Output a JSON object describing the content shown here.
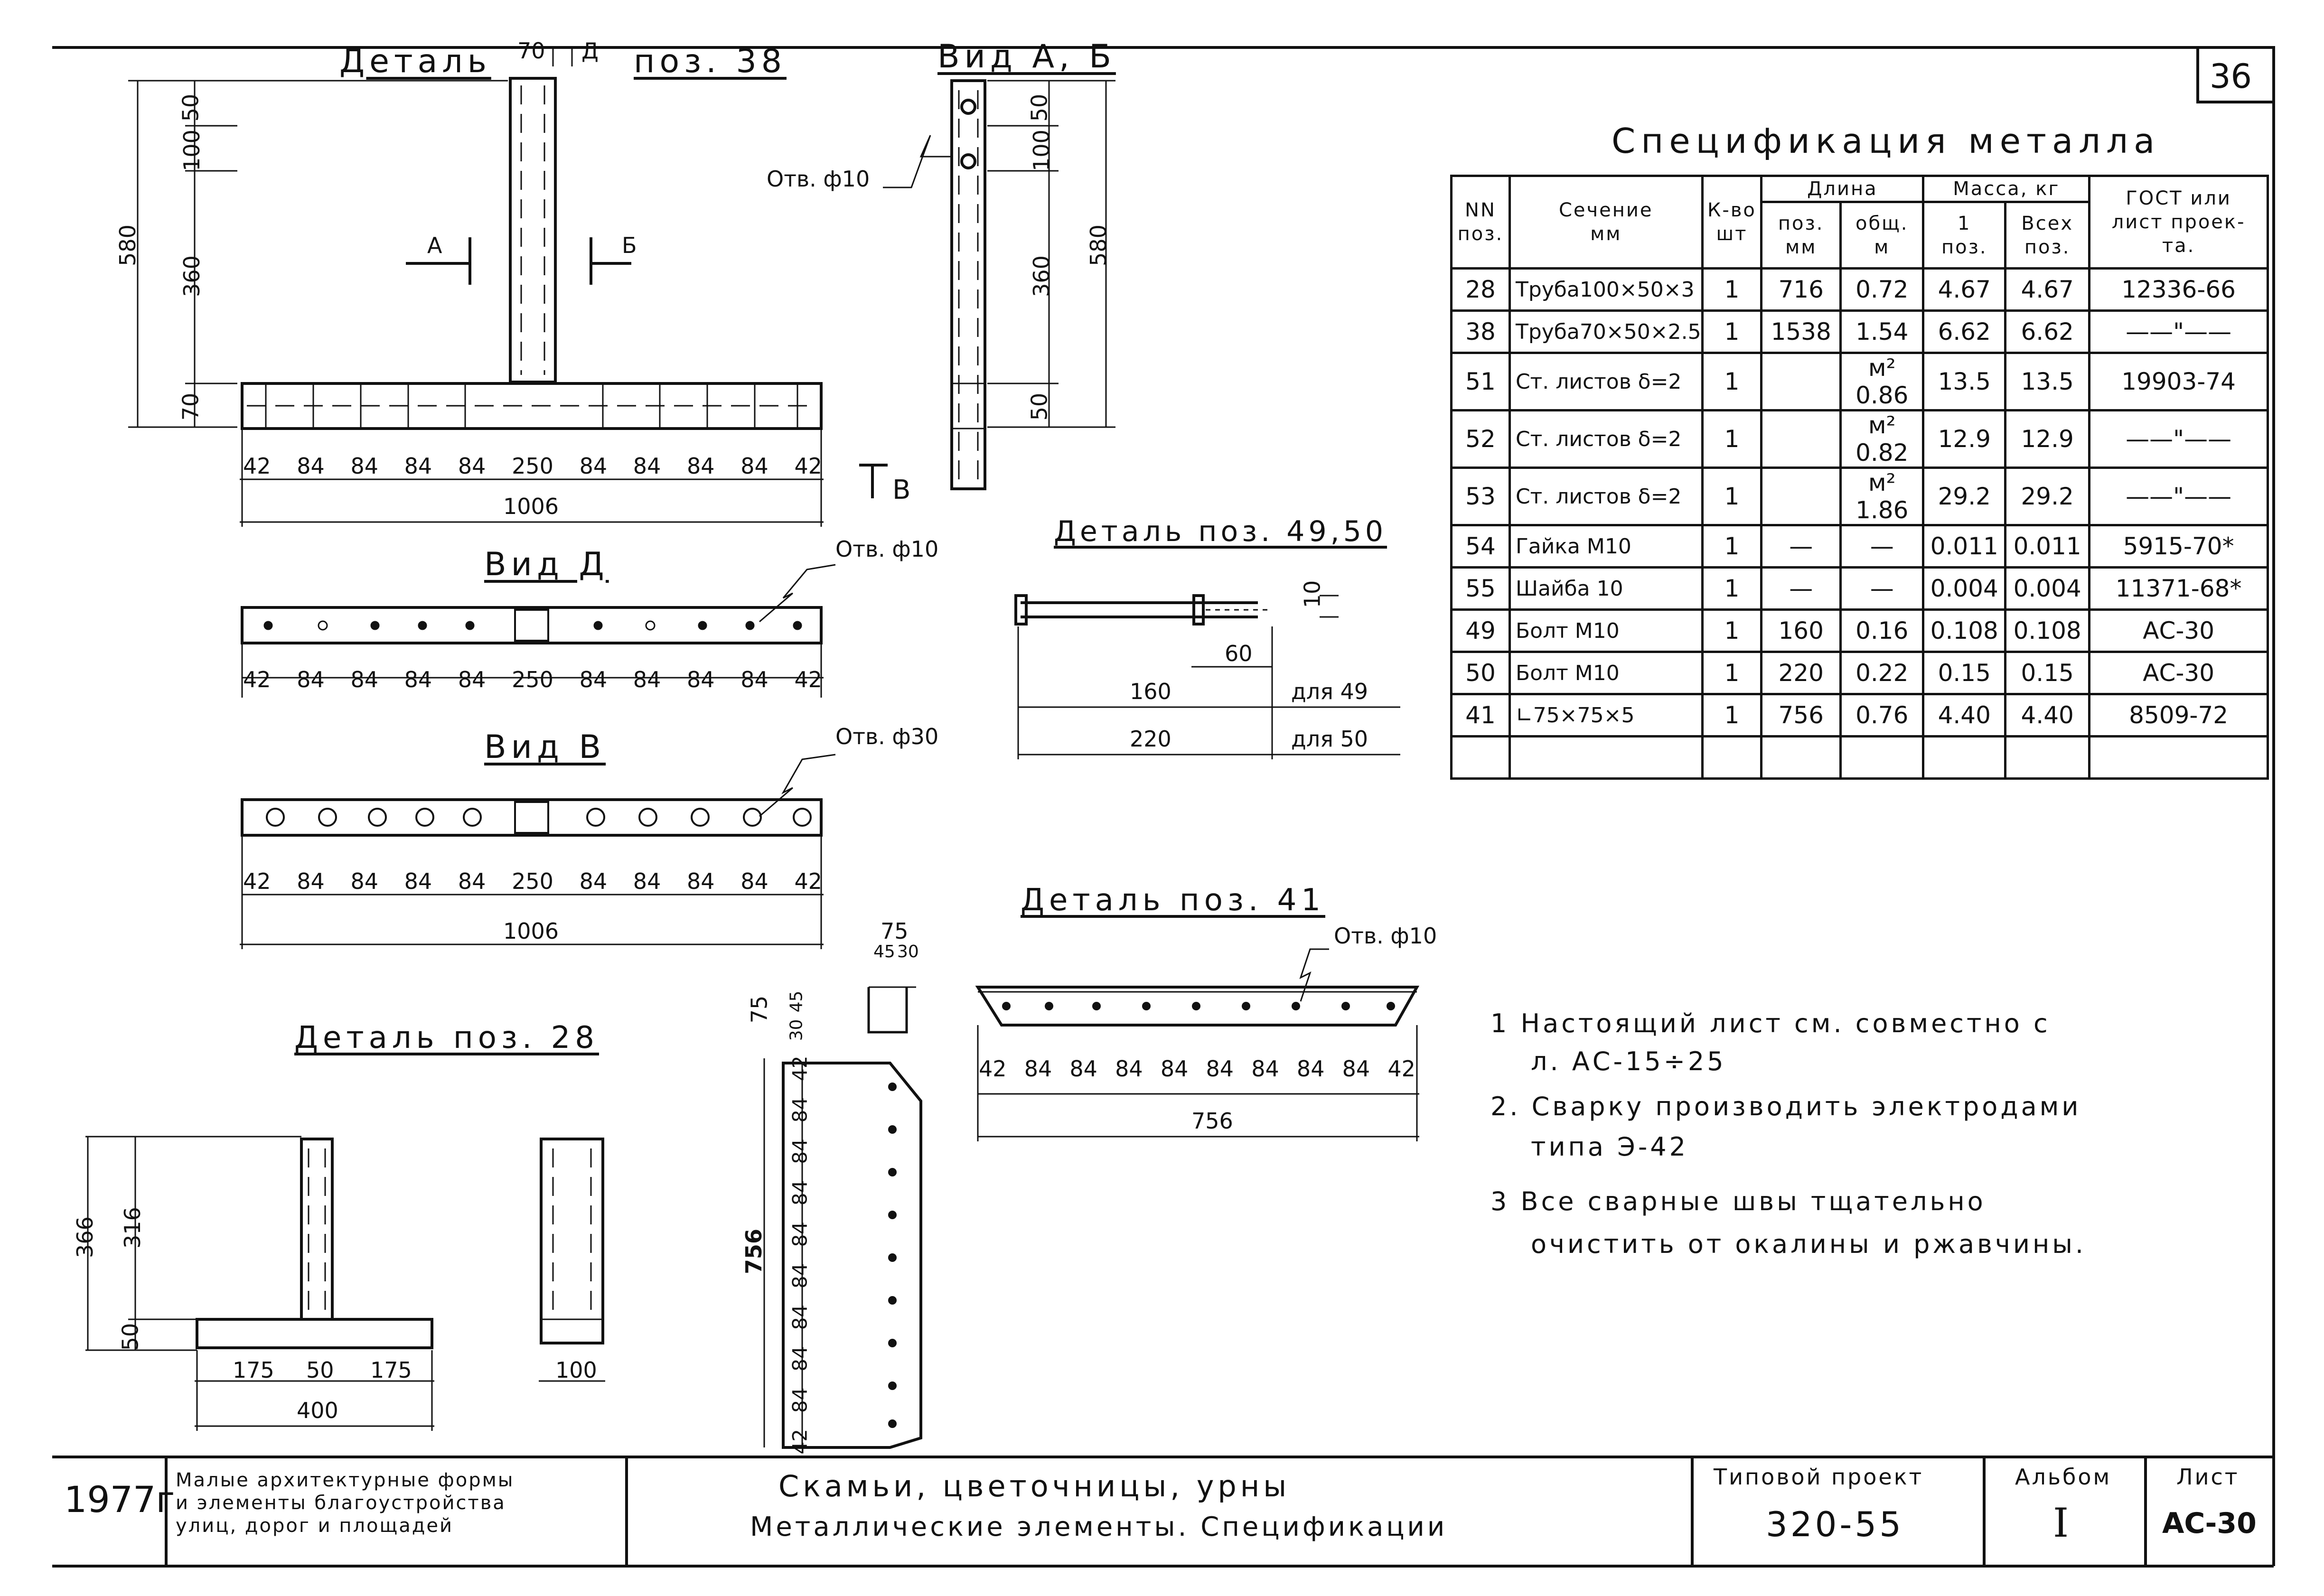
{
  "sheet_number": "36",
  "spec": {
    "title": "Спецификация металла",
    "headers": {
      "nn": [
        "NN",
        "поз."
      ],
      "section": [
        "Сечение",
        "мм"
      ],
      "qty": [
        "К-во",
        "шт"
      ],
      "length": "Длина",
      "length_pos": [
        "поз.",
        "мм"
      ],
      "length_total": [
        "общ.",
        "м"
      ],
      "mass": "Масса, кг",
      "mass_one": [
        "1",
        "поз."
      ],
      "mass_all": [
        "Всех",
        "поз."
      ],
      "gost": [
        "ГОСТ или",
        "лист проек-",
        "та."
      ]
    },
    "rows": [
      {
        "pos": "28",
        "section": "Труба100×50×3",
        "qty": "1",
        "len_pos": "716",
        "len_total": "0.72",
        "mass_one": "4.67",
        "mass_all": "4.67",
        "gost": "12336-66"
      },
      {
        "pos": "38",
        "section": "Труба70×50×2.5",
        "qty": "1",
        "len_pos": "1538",
        "len_total": "1.54",
        "mass_one": "6.62",
        "mass_all": "6.62",
        "gost": "——\"——"
      },
      {
        "pos": "51",
        "section": "Ст. листов δ=2",
        "qty": "1",
        "len_pos": "",
        "len_total": "м² 0.86",
        "mass_one": "13.5",
        "mass_all": "13.5",
        "gost": "19903-74"
      },
      {
        "pos": "52",
        "section": "Ст. листов δ=2",
        "qty": "1",
        "len_pos": "",
        "len_total": "м² 0.82",
        "mass_one": "12.9",
        "mass_all": "12.9",
        "gost": "——\"——"
      },
      {
        "pos": "53",
        "section": "Ст. листов δ=2",
        "qty": "1",
        "len_pos": "",
        "len_total": "м² 1.86",
        "mass_one": "29.2",
        "mass_all": "29.2",
        "gost": "——\"——"
      },
      {
        "pos": "54",
        "section": "Гайка М10",
        "qty": "1",
        "len_pos": "—",
        "len_total": "—",
        "mass_one": "0.011",
        "mass_all": "0.011",
        "gost": "5915-70*"
      },
      {
        "pos": "55",
        "section": "Шайба 10",
        "qty": "1",
        "len_pos": "—",
        "len_total": "—",
        "mass_one": "0.004",
        "mass_all": "0.004",
        "gost": "11371-68*"
      },
      {
        "pos": "49",
        "section": "Болт М10",
        "qty": "1",
        "len_pos": "160",
        "len_total": "0.16",
        "mass_one": "0.108",
        "mass_all": "0.108",
        "gost": "АС-30"
      },
      {
        "pos": "50",
        "section": "Болт М10",
        "qty": "1",
        "len_pos": "220",
        "len_total": "0.22",
        "mass_one": "0.15",
        "mass_all": "0.15",
        "gost": "АС-30"
      },
      {
        "pos": "41",
        "section": "∟75×75×5",
        "qty": "1",
        "len_pos": "756",
        "len_total": "0.76",
        "mass_one": "4.40",
        "mass_all": "4.40",
        "gost": "8509-72"
      }
    ]
  },
  "notes": [
    "1  Настоящий лист см. совместно с",
    "л. АС-15÷25",
    "2. Сварку производить электродами",
    "типа Э-42",
    "3  Все сварные швы тщательно",
    "очистить от окалины и ржавчины."
  ],
  "drawings": {
    "detail38": {
      "title": "Деталь",
      "pos": "поз. 38",
      "top_dim": "70",
      "marker": "Д",
      "dim_580": "580",
      "dim_50": "50",
      "dim_100": "100",
      "dim_360": "360",
      "dim_70": "70",
      "cut_a": "А",
      "cut_b": "Б",
      "cut_v": "В",
      "spacing": [
        "42",
        "84",
        "84",
        "84",
        "84",
        "250",
        "84",
        "84",
        "84",
        "84",
        "42"
      ],
      "total": "1006"
    },
    "view_ab": {
      "title": "Вид А, Б",
      "hole": "Отв. ф10",
      "dim_50a": "50",
      "dim_100": "100",
      "dim_360": "360",
      "dim_580": "580",
      "dim_50b": "50"
    },
    "view_d": {
      "title": "Вид Д",
      "hole": "Отв. ф10",
      "spacing": [
        "42",
        "84",
        "84",
        "84",
        "84",
        "250",
        "84",
        "84",
        "84",
        "84",
        "42"
      ]
    },
    "view_v": {
      "title": "Вид В",
      "hole": "Отв. ф30",
      "spacing": [
        "42",
        "84",
        "84",
        "84",
        "84",
        "250",
        "84",
        "84",
        "84",
        "84",
        "42"
      ],
      "total": "1006"
    },
    "detail4950": {
      "title": "Деталь поз. 49,50",
      "d10": "10",
      "d60": "60",
      "d160": "160",
      "d220": "220",
      "for49": "для 49",
      "for50": "для 50"
    },
    "detail41": {
      "title": "Деталь поз. 41",
      "hole": "Отв. ф10",
      "spacing": [
        "42",
        "84",
        "84",
        "84",
        "84",
        "84",
        "84",
        "84",
        "84",
        "42"
      ],
      "total": "756",
      "d75": "75",
      "d45": "45",
      "d30": "30",
      "vert_total": "756",
      "vert_spacing": [
        "42",
        "84",
        "84",
        "84",
        "84",
        "84",
        "84",
        "84",
        "84",
        "42"
      ]
    },
    "detail28": {
      "title": "Деталь поз. 28",
      "d366": "366",
      "d316": "316",
      "d50": "50",
      "d175a": "175",
      "d50b": "50",
      "d175b": "175",
      "d400": "400",
      "d100": "100"
    }
  },
  "title_block": {
    "year": "1977г",
    "org_lines": [
      "Малые архитектурные формы",
      "и элементы благоустройства",
      "улиц, дорог и площадей"
    ],
    "title_lines": [
      "Скамьи, цветочницы, урны",
      "Металлические элементы. Спецификации"
    ],
    "project_label": "Типовой проект",
    "project_value": "320-55",
    "album_label": "Альбом",
    "album_value": "I",
    "sheet_label": "Лист",
    "sheet_value": "АС-30"
  }
}
